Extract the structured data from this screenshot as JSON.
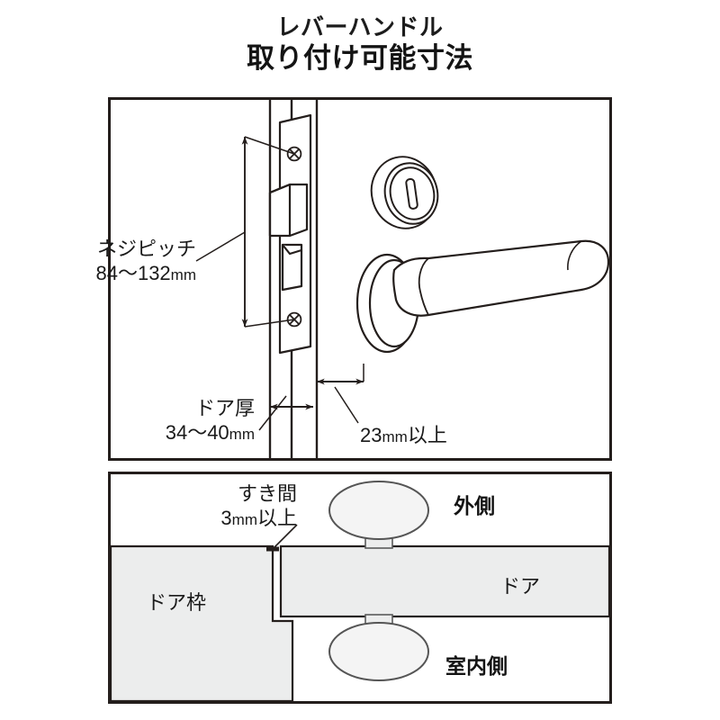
{
  "title": {
    "line1": "レバーハンドル",
    "line2": "取り付け可能寸法"
  },
  "upper_panel": {
    "name": "door-edge-elevation-view",
    "labels": {
      "screw_pitch_name": "ネジピッチ",
      "screw_pitch_value": "84〜132",
      "screw_pitch_unit": "mm",
      "door_thickness_name": "ドア厚",
      "door_thickness_value": "34〜40",
      "door_thickness_unit": "mm",
      "clearance_value": "23",
      "clearance_unit": "mm",
      "clearance_suffix": "以上"
    }
  },
  "lower_panel": {
    "name": "door-plan-section-view",
    "labels": {
      "gap_name": "すき間",
      "gap_value": "3",
      "gap_unit": "mm",
      "gap_suffix": "以上",
      "outside": "外側",
      "inside": "室内側",
      "door_frame": "ドア枠",
      "door": "ドア"
    }
  },
  "colors": {
    "line": "#241e1c",
    "text": "#1a1a1a",
    "panel_border": "#241e1c",
    "fill_gray": "#eceded",
    "fill_white": "#ffffff",
    "background": "#ffffff"
  }
}
